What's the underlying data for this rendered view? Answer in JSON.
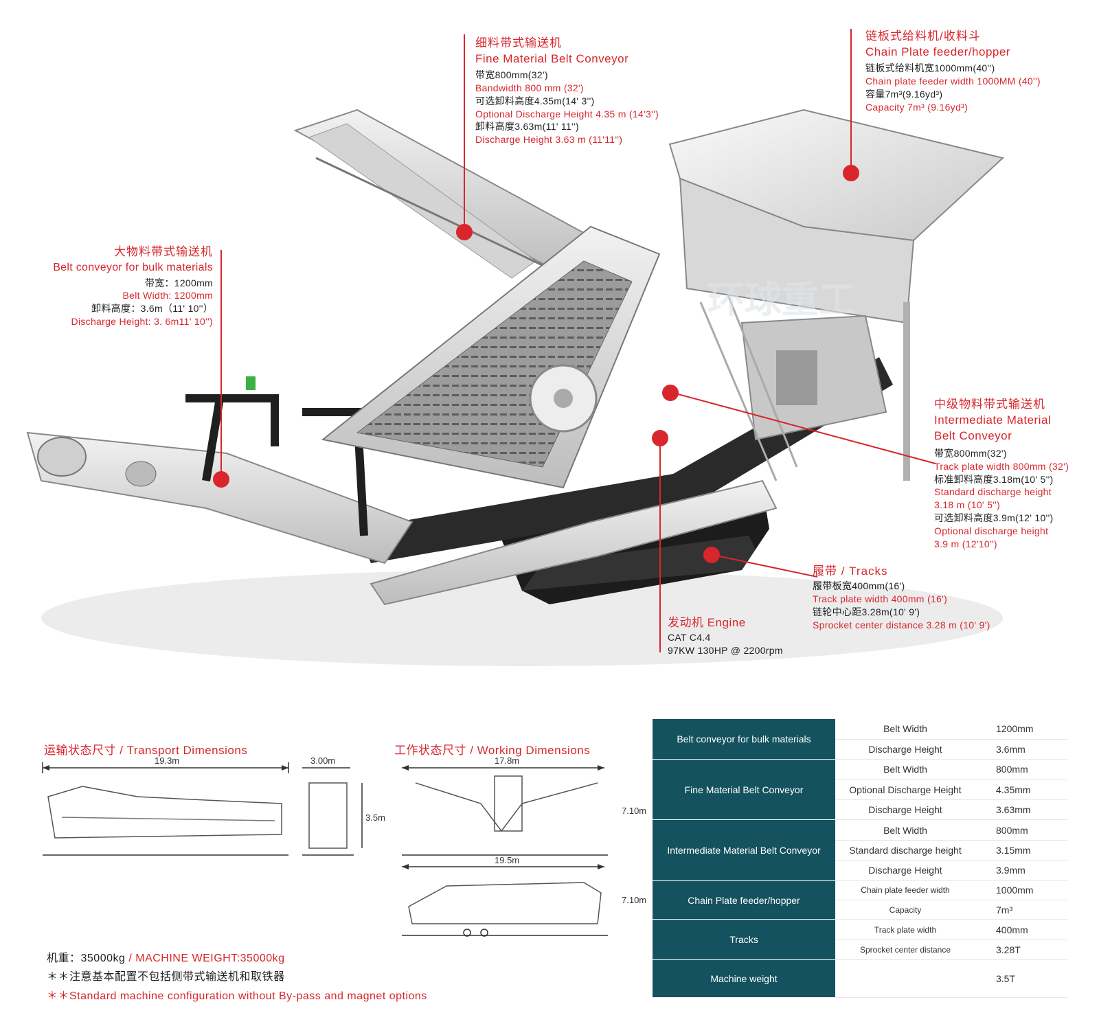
{
  "callouts": {
    "fine": {
      "cn": "细料带式输送机",
      "en": "Fine Material Belt Conveyor",
      "lines": [
        "带宽800mm(32')",
        "Bandwidth 800 mm (32')",
        "可选卸料高度4.35m(14' 3'')",
        "Optional Discharge Height 4.35 m (14'3'')",
        "卸料高度3.63m(11' 11'')",
        "Discharge Height 3.63 m (11'11'')"
      ]
    },
    "chain": {
      "cn": "链板式给料机/收料斗",
      "en": "Chain Plate feeder/hopper",
      "lines": [
        "链板式给料机宽1000mm(40'')",
        "Chain plate feeder width 1000MM (40'')",
        "容量7m³(9.16yd³)",
        "Capacity 7m³ (9.16yd³)"
      ]
    },
    "bulk": {
      "cn": "大物料带式输送机",
      "en": "Belt conveyor for bulk materials",
      "lines": [
        "带宽：1200mm",
        "Belt Width: 1200mm",
        "卸料高度：3.6m（11' 10''）",
        "Discharge Height: 3. 6m11' 10'')"
      ]
    },
    "inter": {
      "cn": "中级物料带式输送机",
      "en1": "Intermediate Material",
      "en2": "Belt Conveyor",
      "lines": [
        "带宽800mm(32')",
        "Track plate width 800mm (32')",
        "标准卸料高度3.18m(10' 5'')",
        "Standard discharge height",
        "3.18 m (10' 5'')",
        "可选卸料高度3.9m(12' 10'')",
        "Optional discharge height",
        "3.9 m (12'10'')"
      ]
    },
    "tracks": {
      "title": "履带 / Tracks",
      "lines": [
        "履带板宽400mm(16')",
        "Track plate width 400mm (16')",
        "链轮中心距3.28m(10' 9')",
        "Sprocket center distance 3.28 m (10' 9')"
      ]
    },
    "engine": {
      "title": "发动机 Engine",
      "lines": [
        "CAT C4.4",
        "97KW 130HP @ 2200rpm"
      ]
    }
  },
  "watermark": "环球重工",
  "dimensions": {
    "transport_title": "运输状态尺寸 / Transport Dimensions",
    "working_title": "工作状态尺寸 / Working Dimensions",
    "transport_length": "19.3m",
    "transport_width": "3.00m",
    "transport_height": "3.5m",
    "working_span": "17.8m",
    "working_height_1": "7.10m",
    "working_length": "19.5m",
    "working_height_2": "7.10m"
  },
  "notes": {
    "weight_cn": "机重：35000kg",
    "weight_en": "/ MACHINE WEIGHT:35000kg",
    "note_cn": "＊＊注意基本配置不包括侧带式输送机和取铁器",
    "note_en": "＊＊Standard machine configuration without By-pass and magnet options"
  },
  "spec_table": [
    {
      "group": "Belt conveyor for bulk materials",
      "rows": [
        {
          "param": "Belt Width",
          "value": "1200mm"
        },
        {
          "param": "Discharge Height",
          "value": "3.6mm"
        }
      ]
    },
    {
      "group": "Fine Material Belt Conveyor",
      "rows": [
        {
          "param": "Belt Width",
          "value": "800mm"
        },
        {
          "param": "Optional Discharge Height",
          "value": "4.35mm"
        },
        {
          "param": "Discharge Height",
          "value": "3.63mm"
        }
      ]
    },
    {
      "group": "Intermediate Material Belt Conveyor",
      "rows": [
        {
          "param": "Belt Width",
          "value": "800mm"
        },
        {
          "param": "Standard discharge height",
          "value": "3.15mm"
        },
        {
          "param": "Discharge Height",
          "value": "3.9mm"
        }
      ]
    },
    {
      "group": "Chain Plate feeder/hopper",
      "rows": [
        {
          "param": "Chain plate feeder width",
          "value": "1000mm"
        },
        {
          "param": "Capacity",
          "value": "7m³"
        }
      ]
    },
    {
      "group": "Tracks",
      "rows": [
        {
          "param": "Track plate width",
          "value": "400mm"
        },
        {
          "param": "Sprocket center distance",
          "value": "3.28T"
        }
      ]
    },
    {
      "group": "Machine weight",
      "rows": [
        {
          "param": "",
          "value": "3.5T"
        }
      ]
    }
  ],
  "colors": {
    "accent_red": "#d8262c",
    "table_teal": "#14525f"
  }
}
